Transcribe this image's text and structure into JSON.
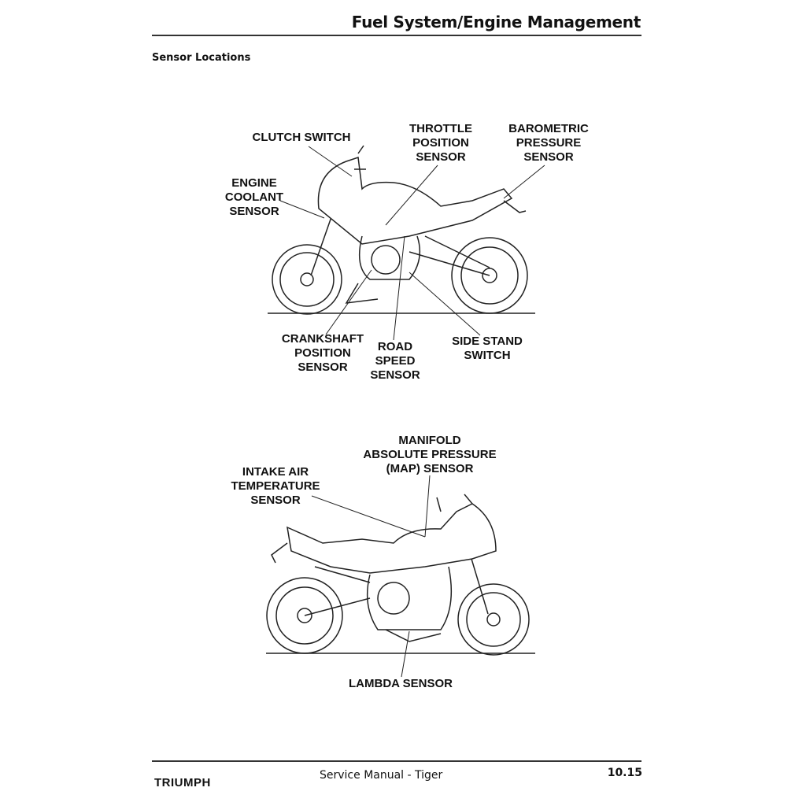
{
  "header": {
    "title": "Fuel System/Engine Management"
  },
  "section_title": "Sensor Locations",
  "figure_1": {
    "labels": {
      "clutch_switch": [
        "CLUTCH SWITCH"
      ],
      "throttle_position_sensor": [
        "THROTTLE",
        "POSITION",
        "SENSOR"
      ],
      "barometric_pressure_sensor": [
        "BAROMETRIC",
        "PRESSURE",
        "SENSOR"
      ],
      "engine_coolant_sensor": [
        "ENGINE",
        "COOLANT",
        "SENSOR"
      ],
      "crankshaft_position_sensor": [
        "CRANKSHAFT",
        "POSITION",
        "SENSOR"
      ],
      "road_speed_sensor": [
        "ROAD",
        "SPEED",
        "SENSOR"
      ],
      "side_stand_switch": [
        "SIDE STAND",
        "SWITCH"
      ]
    }
  },
  "figure_2": {
    "labels": {
      "map_sensor": [
        "MANIFOLD",
        "ABSOLUTE PRESSURE",
        "(MAP) SENSOR"
      ],
      "intake_air_temperature_sensor": [
        "INTAKE AIR",
        "TEMPERATURE",
        "SENSOR"
      ],
      "lambda_sensor": [
        "LAMBDA SENSOR"
      ]
    }
  },
  "footer": {
    "logo": "TRIUMPH",
    "manual_title": "Service Manual - Tiger",
    "page_number": "10.15"
  }
}
